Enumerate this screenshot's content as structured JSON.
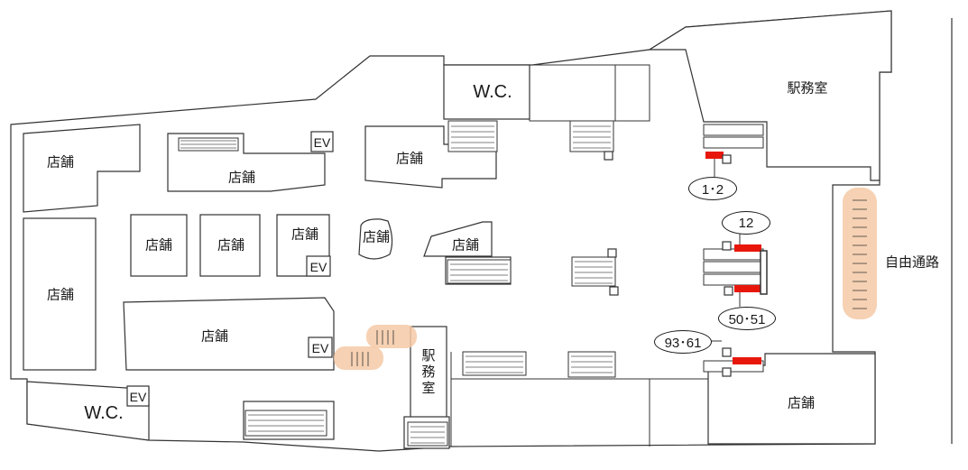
{
  "floor_map": {
    "rooms": {
      "shop_top_left": "店舗",
      "shop_upper_center": "店舗",
      "shop_upper_right": "店舗",
      "shop_grid_1": "店舗",
      "shop_grid_2": "店舗",
      "shop_grid_3": "店舗",
      "shop_kiosk": "店舗",
      "shop_center": "店舗",
      "shop_left_tall": "店舗",
      "shop_lower_center": "店舗",
      "shop_bottom_right": "店舗",
      "station_office_top": "駅務室",
      "station_office_lower": "駅務室",
      "wc_top": "W.C.",
      "wc_bottom": "W.C.",
      "free_passage": "自由通路"
    },
    "elevators": {
      "ev_upper": "EV",
      "ev_grid": "EV",
      "ev_lower": "EV",
      "ev_bottom_left": "EV"
    },
    "platforms": {
      "platform_1_2": "1･2",
      "platform_12": "12",
      "platform_50_51": "50･51",
      "platform_93_61": "93･61"
    },
    "colors": {
      "gate_highlight": "#e8170c",
      "accessible_path": "#f4c9a6",
      "walls": "#333333"
    },
    "icons": [
      "stairs-icon",
      "escalator-icon",
      "ticket-gate-icon",
      "elevator-icon"
    ]
  }
}
